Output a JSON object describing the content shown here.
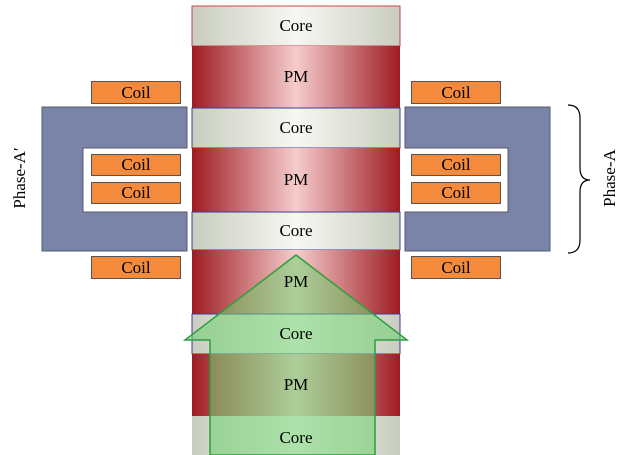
{
  "colors": {
    "core_light": "#f4f4f0",
    "core_dark": "#c8cdbf",
    "pm_light": "#f6c8c8",
    "pm_dark": "#9e1c22",
    "stator": "#7a84a8",
    "coil": "#f38a3c",
    "arrow_fill": "#6fcf6f",
    "arrow_stroke": "#2f9e3f"
  },
  "stack": [
    "Core",
    "PM",
    "Core",
    "PM",
    "Core",
    "PM",
    "Core",
    "PM",
    "Core"
  ],
  "coils": {
    "left_top": "Coil",
    "left_mid_1": "Coil",
    "left_mid_2": "Coil",
    "left_bottom": "Coil",
    "right_top": "Coil",
    "right_mid_1": "Coil",
    "right_mid_2": "Coil",
    "right_bottom": "Coil"
  },
  "phase_left": "Phase-A′",
  "phase_right": "Phase-A",
  "arrow_icon": "up-arrow-icon"
}
